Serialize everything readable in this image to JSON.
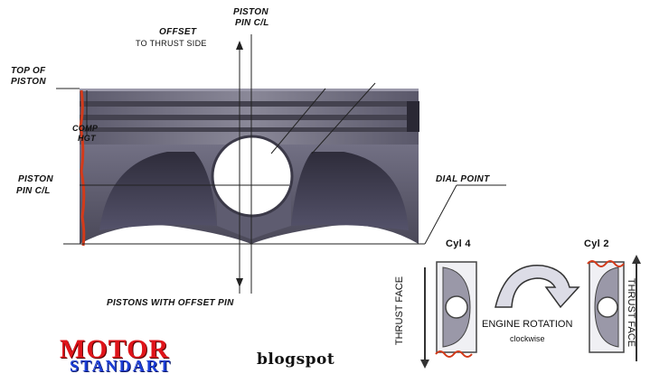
{
  "labels": {
    "offset": "OFFSET",
    "to_thrust_side": "TO THRUST SIDE",
    "piston_pin_cl_top_1": "PISTON",
    "piston_pin_cl_top_2": "PIN C/L",
    "top_of_piston_1": "TOP OF",
    "top_of_piston_2": "PISTON",
    "comp_hgt_1": "COMP",
    "comp_hgt_2": "HGT",
    "piston_pin_cl_left_1": "PISTON",
    "piston_pin_cl_left_2": "PIN C/L",
    "dial_point": "DIAL POINT",
    "pistons_with_offset_pin": "PISTONS WITH OFFSET PIN",
    "cyl_4": "Cyl 4",
    "cyl_2": "Cyl 2",
    "thrust_face_left": "THRUST FACE",
    "thrust_face_right": "THRUST FACE",
    "engine_rotation": "ENGINE ROTATION",
    "clockwise": "clockwise"
  },
  "branding": {
    "motor": "MOTOR",
    "standart": "STANDART",
    "blogspot": "blogspot"
  },
  "colors": {
    "piston_metal": "#6f6d80",
    "piston_dark": "#3c3a4a",
    "wear_marks": "#d23a1a",
    "motor_red": "#e0141a",
    "standart_blue": "#1d3fd8"
  }
}
